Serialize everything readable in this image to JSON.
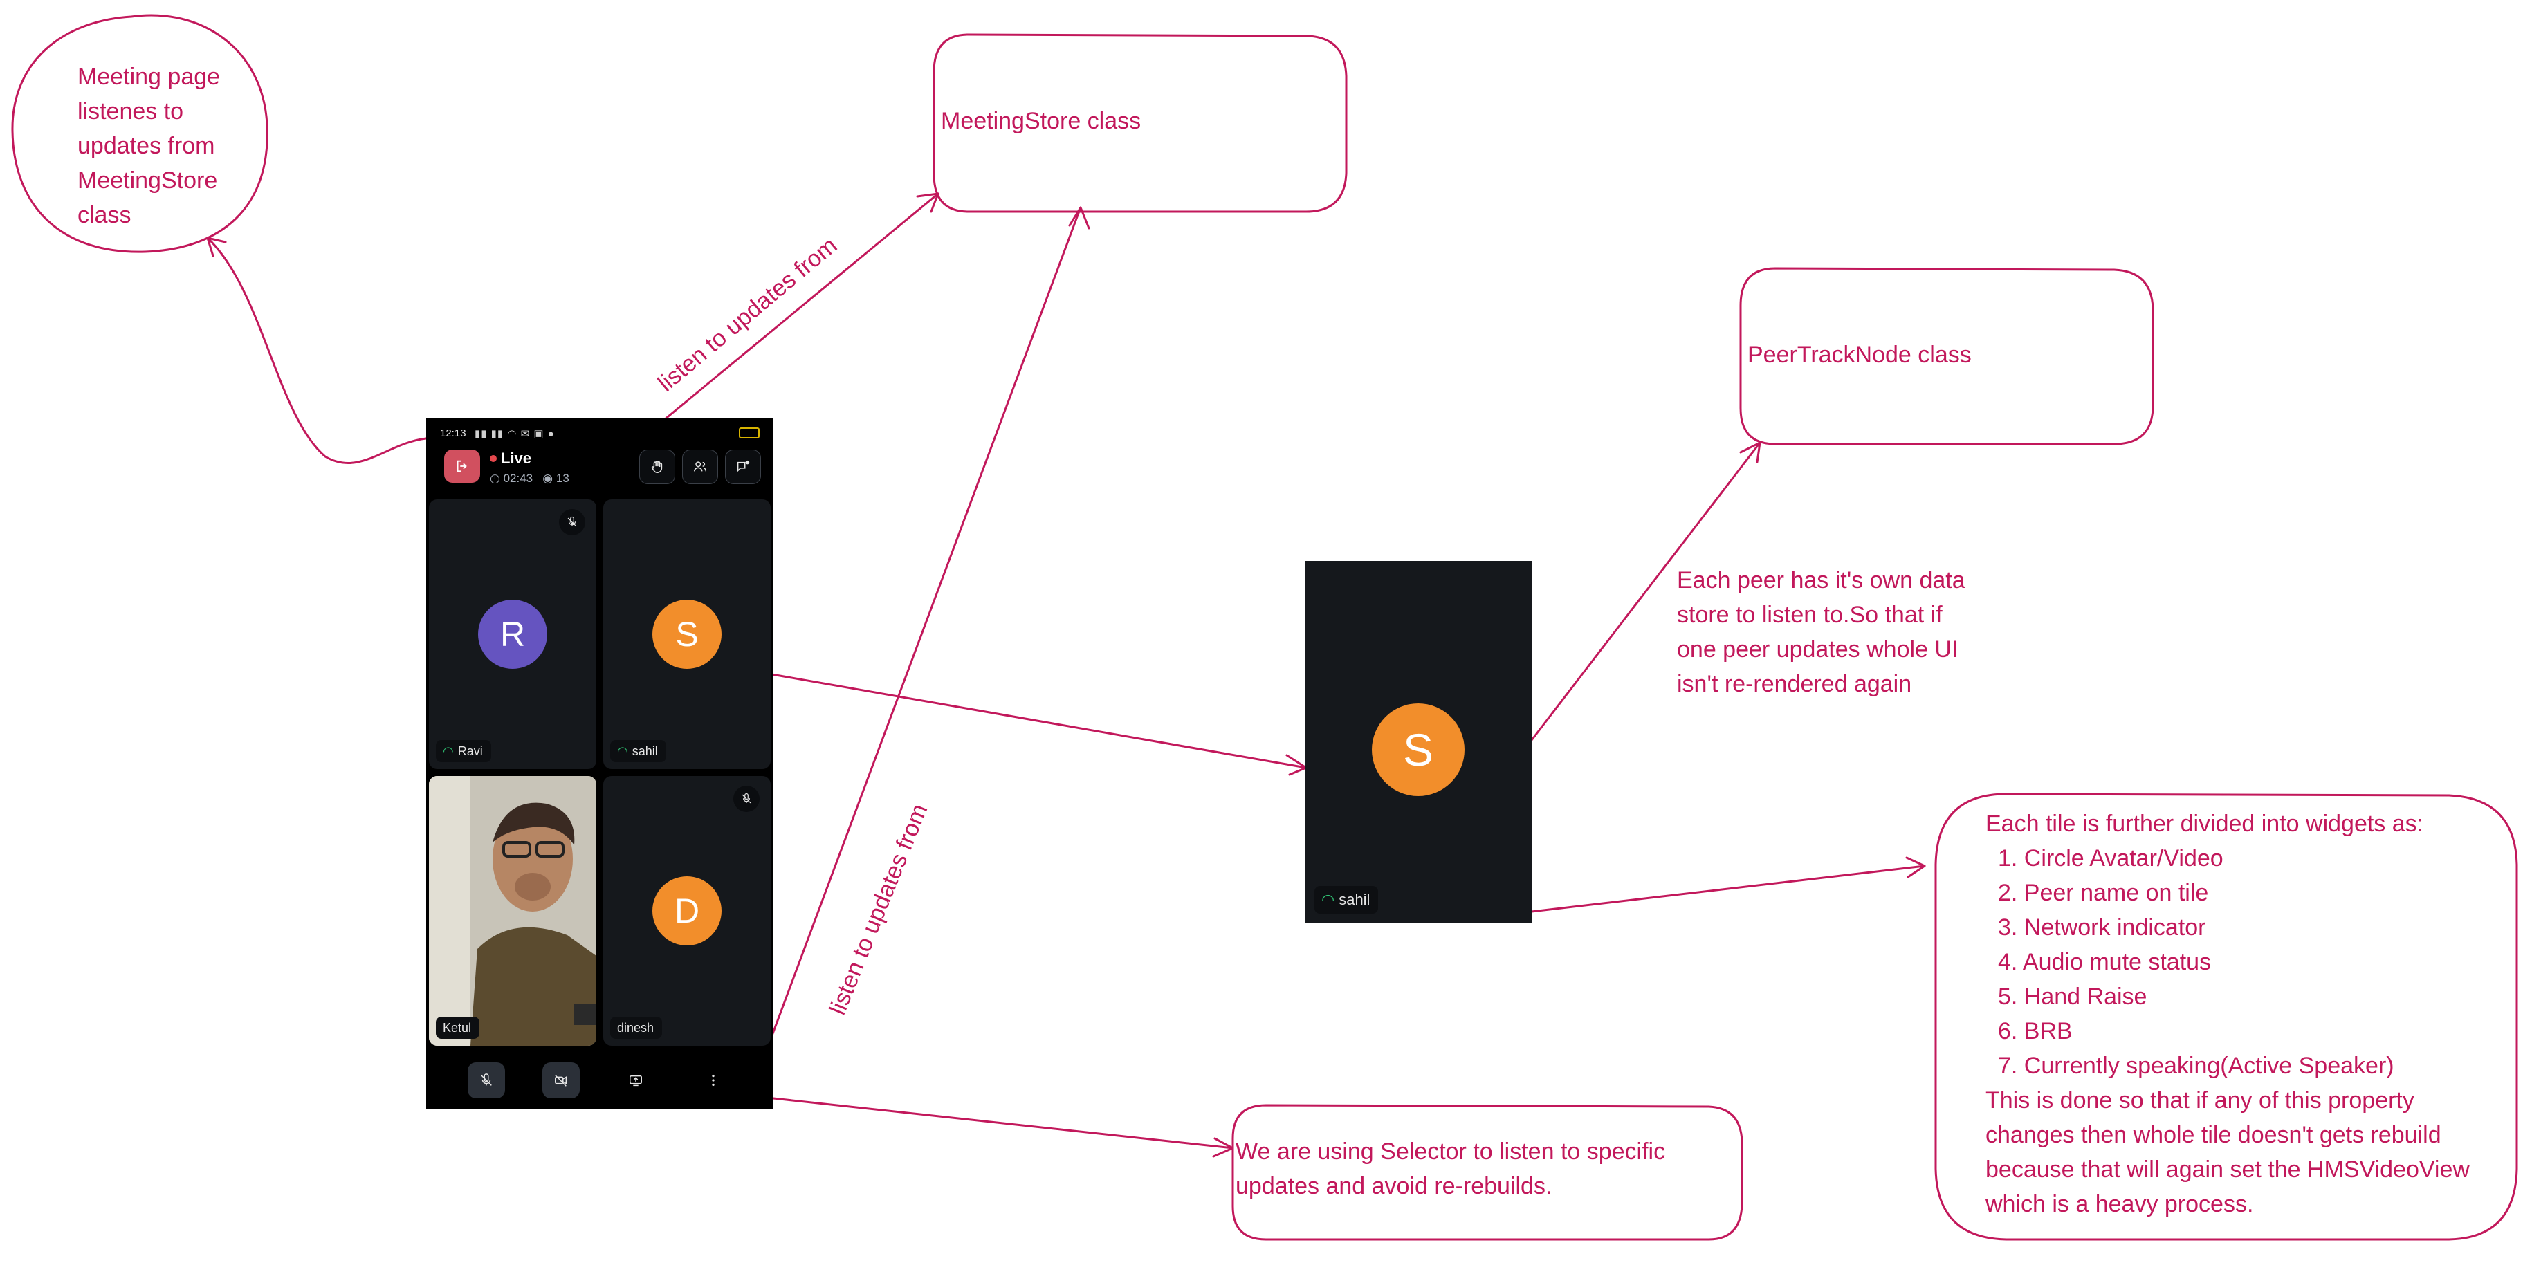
{
  "notes": {
    "meeting_page": [
      "Meeting page",
      "listenes to",
      "updates from",
      "MeetingStore",
      "class"
    ],
    "meetingstore": "MeetingStore class",
    "peertracknode": "PeerTrackNode class",
    "listen_top": "listen to updates from",
    "listen_bottom": "listen to updates from",
    "peer_store": [
      "Each peer has it's own data",
      "store to listen to.So that if",
      "one peer updates whole UI",
      "isn't re-rendered again"
    ],
    "selector": [
      "We are using Selector to listen to specific",
      "updates and avoid re-rebuilds."
    ],
    "widgets_intro": "Each tile is further divided into widgets as:",
    "widgets_list": [
      "1.  Circle Avatar/Video",
      "2.  Peer name on tile",
      "3.  Network indicator",
      "4.  Audio mute status",
      "5.  Hand Raise",
      "6.  BRB",
      "7.  Currently speaking(Active Speaker)"
    ],
    "widgets_outro": [
      "This is done so that if any of this property",
      "changes then whole tile doesn't gets rebuild",
      "because that will again set the HMSVideoView",
      "which is a heavy process."
    ]
  },
  "phone": {
    "status_time": "12:13",
    "live_label": "Live",
    "duration": "02:43",
    "viewers": "13",
    "tiles": [
      {
        "name": "Ravi",
        "initial": "R",
        "color": "#6554c0",
        "muted": false
      },
      {
        "name": "sahil",
        "initial": "S",
        "color": "#f28e2b",
        "muted": false
      },
      {
        "name": "Ketul",
        "initial": "",
        "color": "",
        "muted": false,
        "video": true
      },
      {
        "name": "dinesh",
        "initial": "D",
        "color": "#f28e2b",
        "muted": true
      }
    ],
    "ravi_muted_badge": true
  },
  "big_tile": {
    "name": "sahil",
    "initial": "S",
    "color": "#f28e2b"
  },
  "colors": {
    "annotation": "#c2185b",
    "tile_bg": "#15181c",
    "avatar_orange": "#f28e2b",
    "avatar_purple": "#6554c0"
  }
}
